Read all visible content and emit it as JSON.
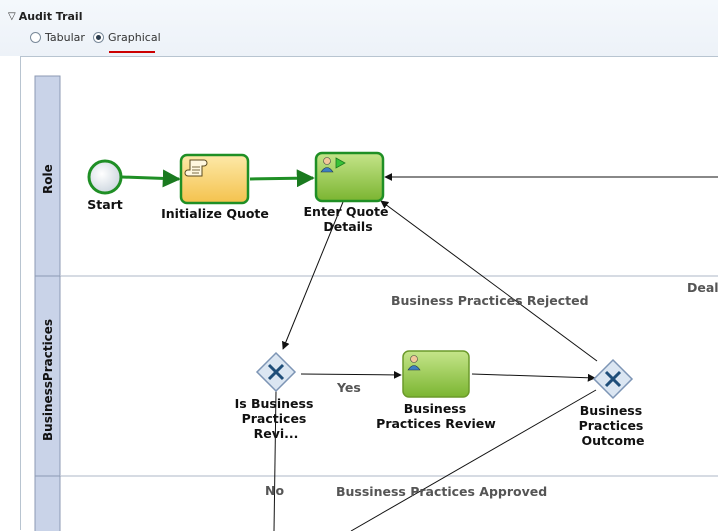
{
  "section": {
    "title": "Audit Trail",
    "expanded": true
  },
  "view_options": [
    {
      "label": "Tabular",
      "selected": false
    },
    {
      "label": "Graphical",
      "selected": true
    }
  ],
  "lanes": [
    "Role",
    "BusinessPractices"
  ],
  "nodes": {
    "start": "Start",
    "initialize_quote": "Initialize Quote",
    "enter_quote_line1": "Enter Quote",
    "enter_quote_line2": "Details",
    "is_bp_line1": "Is Business",
    "is_bp_line2": "Practices",
    "is_bp_line3": "Revi...",
    "bp_review_line1": "Business",
    "bp_review_line2": "Practices Review",
    "bp_outcome_line1": "Business",
    "bp_outcome_line2": "Practices",
    "bp_outcome_line3": "Outcome"
  },
  "edges": {
    "rejected": "Business Practices Rejected",
    "yes": "Yes",
    "no": "No",
    "approved": "Bussiness Practices Approved",
    "deal_cut": "Deal"
  },
  "colors": {
    "active_path": "#22a52a",
    "task_green": "#8fc441",
    "task_active_yellow": "#f5d76e",
    "gateway_fill": "#dbe6f2",
    "gateway_mark": "#1f4e79",
    "lane_header": "#c9d3e8"
  }
}
